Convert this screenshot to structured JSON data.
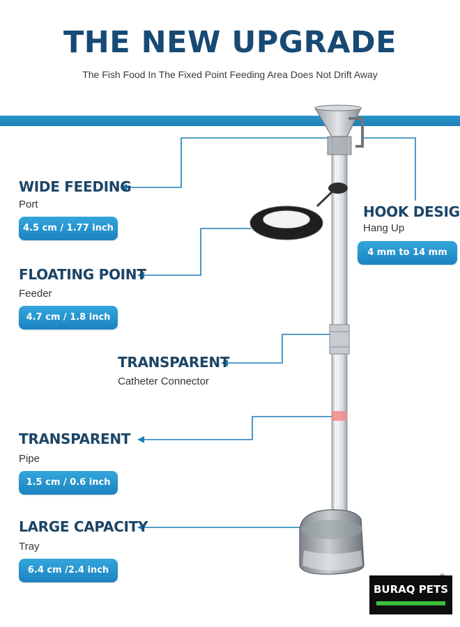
{
  "header": {
    "title": "THE NEW UPGRADE",
    "subtitle": "The Fish Food In The Fixed Point Feeding Area Does Not Drift Away"
  },
  "features": [
    {
      "title": "WIDE FEEDING",
      "subtitle": "Port",
      "spec": "4.5 cm / 1.77 inch"
    },
    {
      "title": "HOOK DESIGN",
      "subtitle": "Hang Up",
      "spec": "4 mm to 14 mm"
    },
    {
      "title": "FLOATING POINT",
      "subtitle": "Feeder",
      "spec": "4.7 cm / 1.8 inch"
    },
    {
      "title": "TRANSPARENT",
      "subtitle": "Catheter Connector"
    },
    {
      "title": "TRANSPARENT",
      "subtitle": "Pipe",
      "spec": "1.5 cm / 0.6 inch"
    },
    {
      "title": "LARGE CAPACITY",
      "subtitle": "Tray",
      "spec": "6.4 cm /2.4 inch"
    }
  ],
  "brand": {
    "name": "BURAQ PETS",
    "registered": "®"
  },
  "colors": {
    "accent": "#1d7fb5",
    "title": "#174a74",
    "brand_bar": "#3bbf3a"
  }
}
